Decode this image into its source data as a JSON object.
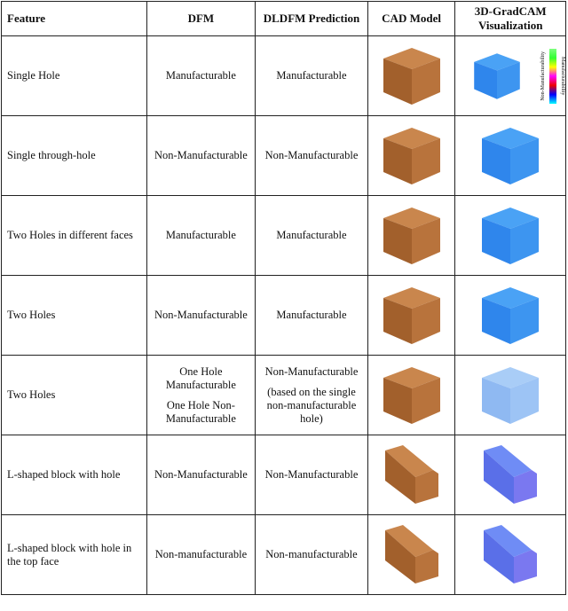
{
  "headers": [
    "Feature",
    "DFM",
    "DLDFM Prediction",
    "CAD Model",
    "3D-GradCAM Visualization"
  ],
  "rows": [
    {
      "feature": "Single Hole",
      "dfm": [
        "Manufacturable"
      ],
      "prediction": [
        "Manufacturable"
      ],
      "shape": "cube",
      "heat": "legend"
    },
    {
      "feature": "Single through-hole",
      "dfm": [
        "Non-Manufacturable"
      ],
      "prediction": [
        "Non-Manufacturable"
      ],
      "shape": "cube",
      "heat": "blob"
    },
    {
      "feature": "Two Holes in different faces",
      "dfm": [
        "Manufacturable"
      ],
      "prediction": [
        "Manufacturable"
      ],
      "shape": "cube",
      "heat": "cube"
    },
    {
      "feature": "Two Holes",
      "dfm": [
        "Non-Manufacturable"
      ],
      "prediction": [
        "Manufacturable"
      ],
      "shape": "cube",
      "heat": "cube"
    },
    {
      "feature": "Two Holes",
      "dfm": [
        "One Hole Manufacturable",
        "One Hole Non-Manufacturable"
      ],
      "prediction": [
        "Non-Manufacturable",
        "(based on the single non-manufacturable hole)"
      ],
      "shape": "cube",
      "heat": "faint"
    },
    {
      "feature": "L-shaped block with hole",
      "dfm": [
        "Non-Manufacturable"
      ],
      "prediction": [
        "Non-Manufacturable"
      ],
      "shape": "lblock",
      "heat": "lblock"
    },
    {
      "feature": "L-shaped block with hole in the top face",
      "dfm": [
        "Non-manufacturable"
      ],
      "prediction": [
        "Non-manufacturable"
      ],
      "shape": "lblock",
      "heat": "lblock"
    }
  ],
  "legend": {
    "top_label": "Manufacturability",
    "bottom_label": "Non-Manufacturability"
  },
  "colors": {
    "cad": "#b5703a",
    "heat": "#3a8cf0"
  }
}
